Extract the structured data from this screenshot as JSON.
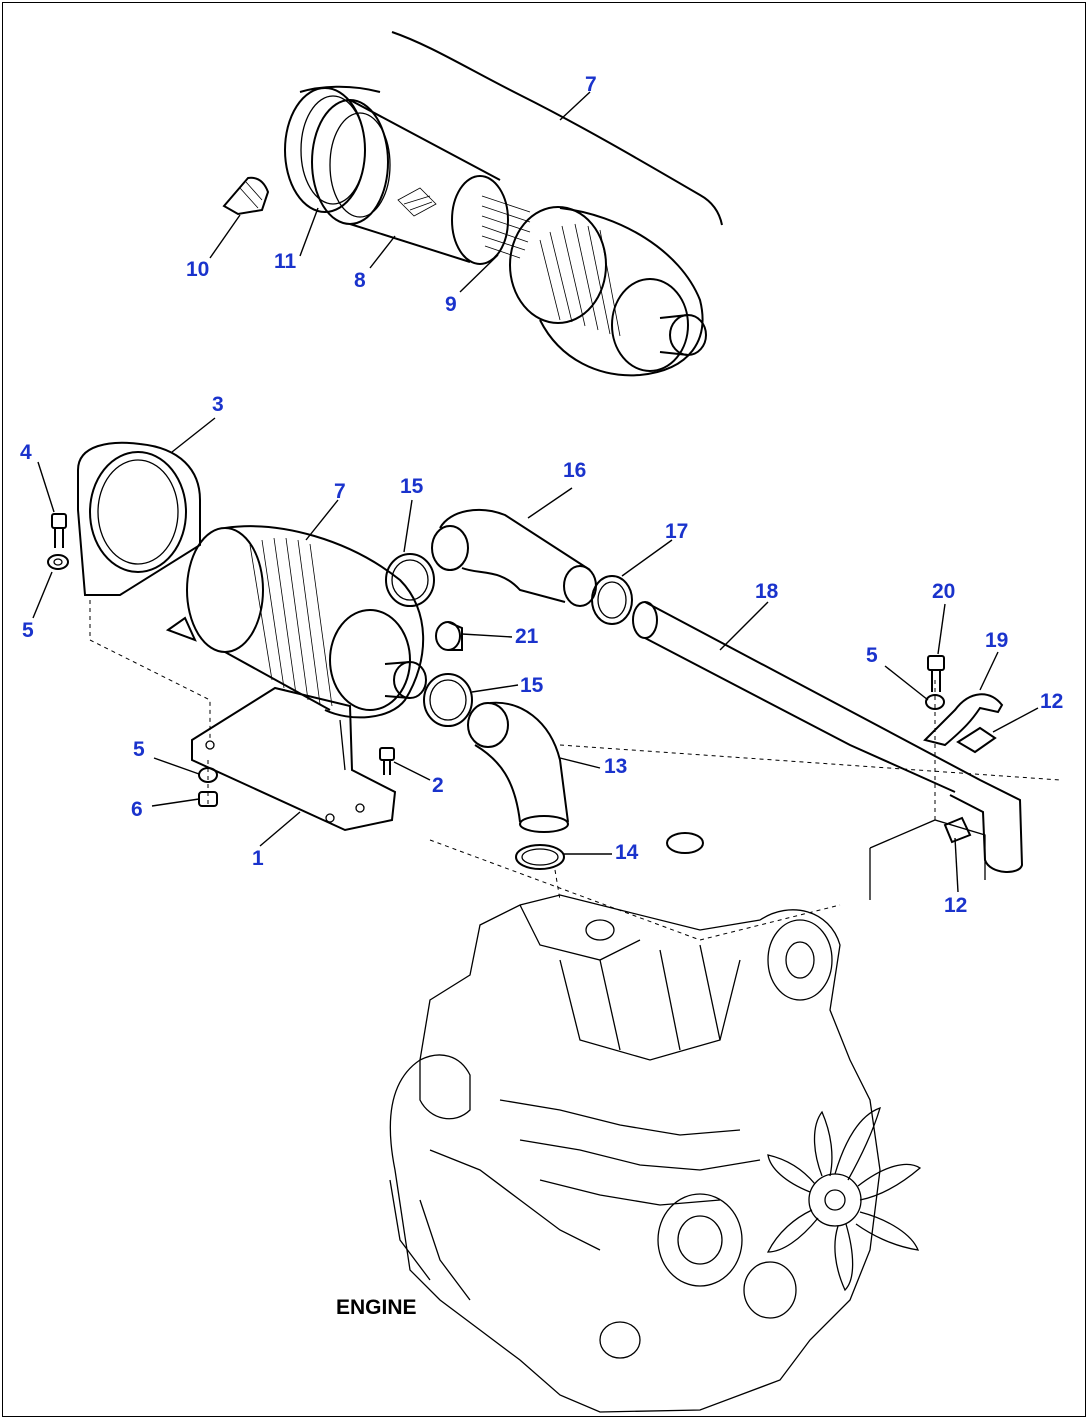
{
  "callouts": [
    {
      "id": "c7a",
      "text": "7"
    },
    {
      "id": "c10",
      "text": "10"
    },
    {
      "id": "c11",
      "text": "11"
    },
    {
      "id": "c8",
      "text": "8"
    },
    {
      "id": "c9",
      "text": "9"
    },
    {
      "id": "c3",
      "text": "3"
    },
    {
      "id": "c4",
      "text": "4"
    },
    {
      "id": "c5a",
      "text": "5"
    },
    {
      "id": "c7b",
      "text": "7"
    },
    {
      "id": "c15a",
      "text": "15"
    },
    {
      "id": "c16",
      "text": "16"
    },
    {
      "id": "c17",
      "text": "17"
    },
    {
      "id": "c18",
      "text": "18"
    },
    {
      "id": "c20",
      "text": "20"
    },
    {
      "id": "c5b",
      "text": "5"
    },
    {
      "id": "c19",
      "text": "19"
    },
    {
      "id": "c12a",
      "text": "12"
    },
    {
      "id": "c21",
      "text": "21"
    },
    {
      "id": "c15b",
      "text": "15"
    },
    {
      "id": "c5c",
      "text": "5"
    },
    {
      "id": "c2",
      "text": "2"
    },
    {
      "id": "c13",
      "text": "13"
    },
    {
      "id": "c6",
      "text": "6"
    },
    {
      "id": "c14",
      "text": "14"
    },
    {
      "id": "c1",
      "text": "1"
    },
    {
      "id": "c12b",
      "text": "12"
    }
  ],
  "engine_label": "ENGINE",
  "colors": {
    "callout": "#1a33cc",
    "line": "#000000",
    "background": "#ffffff"
  }
}
